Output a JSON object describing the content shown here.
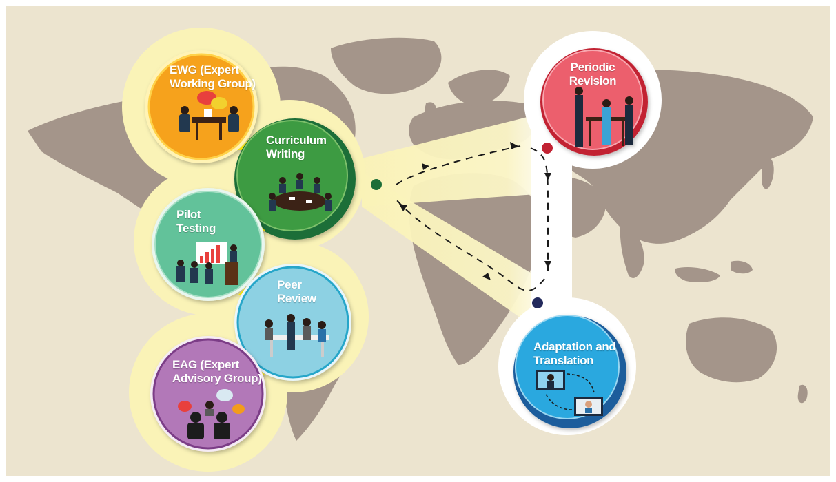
{
  "steps": {
    "ewg": {
      "line1": "EWG (Expert",
      "line2": "Working Group)",
      "color": "#f6a21c"
    },
    "curriculum": {
      "line1": "Curriculum",
      "line2": "Writing",
      "color": "#3e9b42"
    },
    "pilot": {
      "line1": "Pilot",
      "line2": "Testing",
      "color": "#62c29a"
    },
    "peer": {
      "line1": "Peer",
      "line2": "Review",
      "color": "#8dd1e3"
    },
    "eag": {
      "line1": "EAG (Expert",
      "line2": "Advisory Group)",
      "color": "#b278b8"
    },
    "revision": {
      "line1": "Periodic",
      "line2": "Revision",
      "color": "#ec5f6d"
    },
    "adaptation": {
      "line1": "Adaptation and",
      "line2": "Translation",
      "color": "#29a8df"
    }
  },
  "colors": {
    "background": "#ece4cf",
    "map": "#a4958a",
    "halo": "#faf3b7",
    "arrow": "#1a1a1a",
    "dot_green": "#1c6e37",
    "dot_red": "#c22233",
    "dot_navy": "#232a5c"
  }
}
